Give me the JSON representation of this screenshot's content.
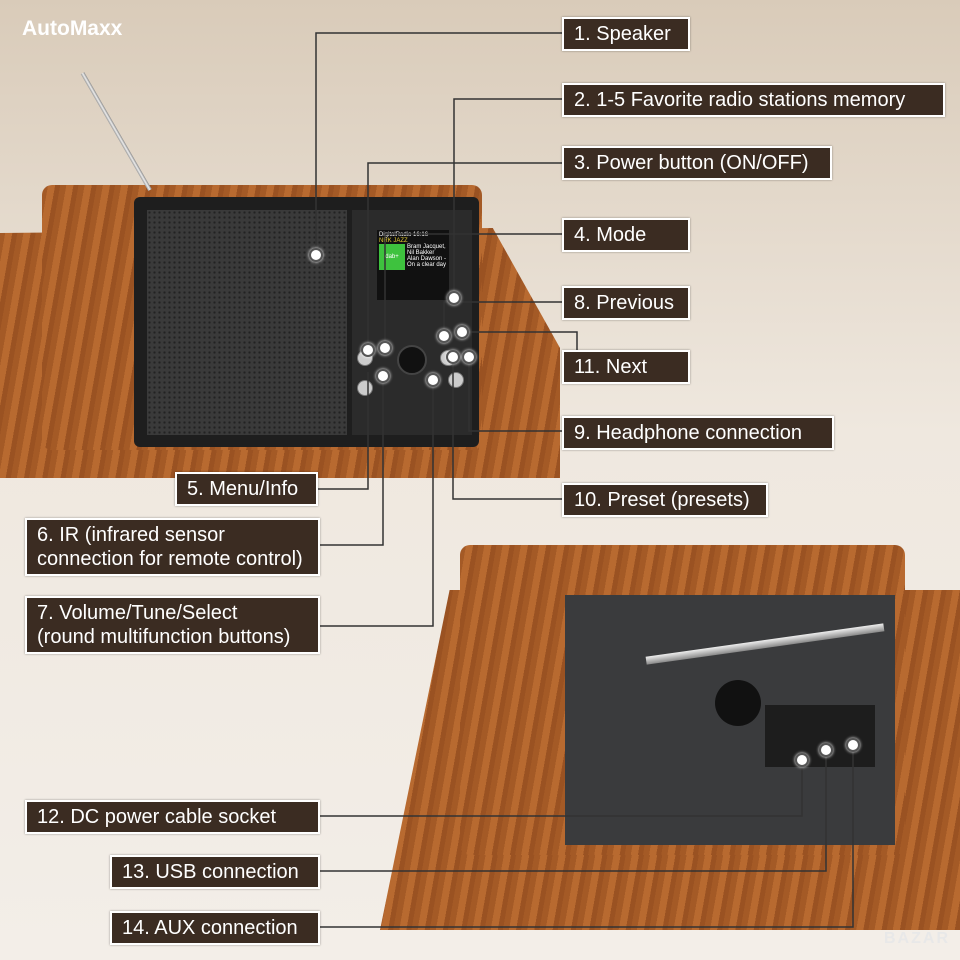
{
  "brand": "AutoMaxx",
  "watermark": "BAZAR",
  "screen": {
    "title": "DigitalRadio",
    "time": "16:16",
    "station": "NRK JAZZ",
    "logo": "dab+",
    "text": "Bram Jacquet, Nil Bakker Alan Dawson - On a clear day"
  },
  "labels": {
    "l1": "1. Speaker",
    "l2": "2. 1-5 Favorite radio stations memory",
    "l3": "3. Power button (ON/OFF)",
    "l4": "4. Mode",
    "l8": "8. Previous",
    "l11": "11. Next",
    "l9": "9. Headphone connection",
    "l5": "5. Menu/Info",
    "l10": "10. Preset (presets)",
    "l6a": "6. IR (infrared sensor",
    "l6b": "connection for remote control)",
    "l7a": "7. Volume/Tune/Select",
    "l7b": "(round multifunction buttons)",
    "l12": "12. DC power cable socket",
    "l13": "13. USB connection",
    "l14": "14. AUX connection"
  }
}
